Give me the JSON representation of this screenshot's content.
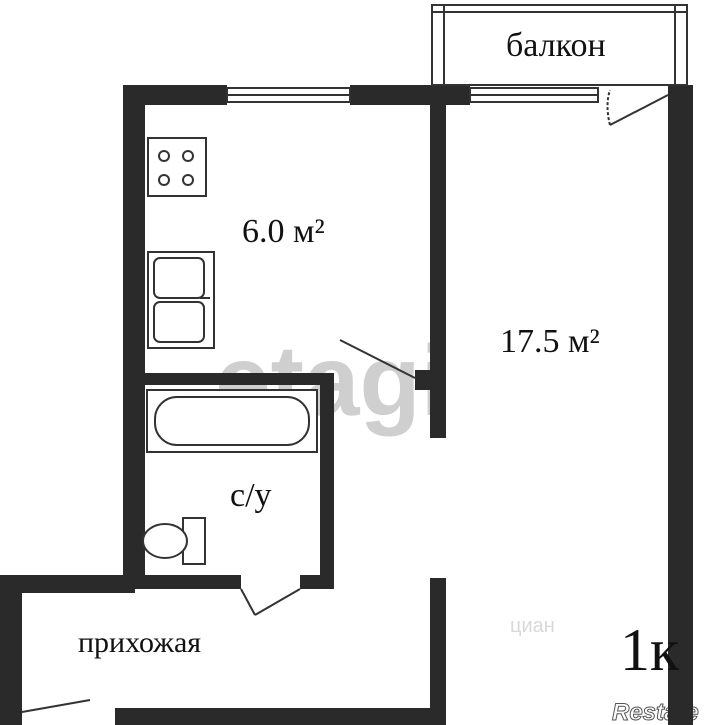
{
  "plan": {
    "rooms": {
      "balcony": "балкон",
      "kitchen_area": "6.0 м²",
      "living_area": "17.5 м²",
      "bathroom": "с/у",
      "hallway": "прихожая"
    },
    "type_label": "1к"
  },
  "watermarks": {
    "center": "etagi",
    "cian": "циан",
    "corner": "Restate"
  },
  "colors": {
    "wall": "#2a2a2a",
    "background": "#ffffff",
    "watermark": "#cfcfcf"
  }
}
